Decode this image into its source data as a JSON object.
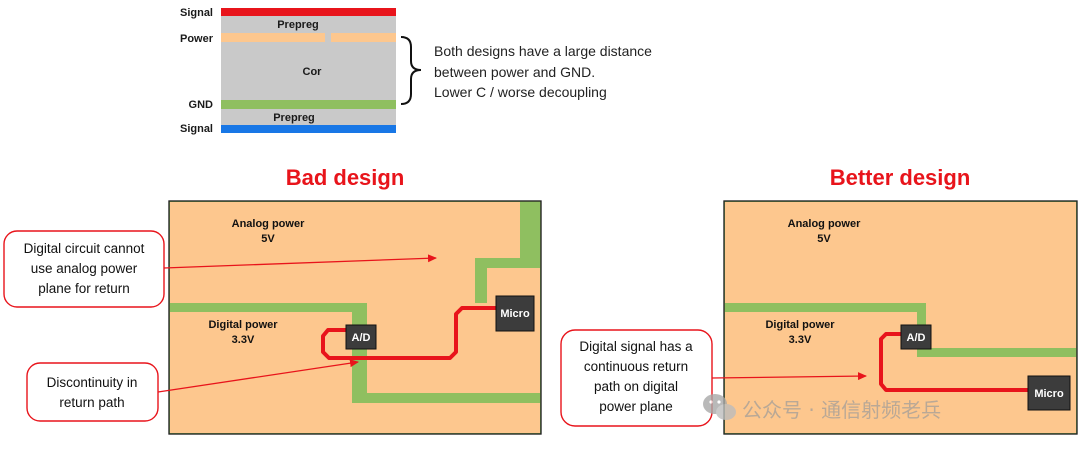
{
  "stackup": {
    "labels": {
      "signal_top": "Signal",
      "power": "Power",
      "gnd": "GND",
      "signal_bottom": "Signal"
    },
    "layers": {
      "prepreg_top": "Prepreg",
      "core": "Cor",
      "prepreg_bottom": "Prepreg"
    },
    "colors": {
      "signal_top": "#e8141b",
      "power": "#fdc78e",
      "gnd": "#8fbf60",
      "signal_bottom": "#1877e6",
      "dielectric": "#c9c9c9"
    },
    "note": {
      "line1": "Both designs have a large distance",
      "line2": "between power and GND.",
      "line3": "Lower C / worse decoupling"
    }
  },
  "bad": {
    "title": "Bad design",
    "analog": {
      "name": "Analog power",
      "voltage": "5V"
    },
    "digital": {
      "name": "Digital power",
      "voltage": "3.3V"
    },
    "adc": "A/D",
    "micro": "Micro",
    "callout1": {
      "line1": "Digital circuit cannot",
      "line2": "use analog power",
      "line3": "plane for return"
    },
    "callout2": {
      "line1": "Discontinuity in",
      "line2": "return path"
    }
  },
  "better": {
    "title": "Better  design",
    "analog": {
      "name": "Analog power",
      "voltage": "5V"
    },
    "digital": {
      "name": "Digital power",
      "voltage": "3.3V"
    },
    "adc": "A/D",
    "micro": "Micro",
    "callout": {
      "line1": "Digital signal has a",
      "line2": "continuous return",
      "line3": "path on digital",
      "line4": "power plane"
    }
  },
  "colors": {
    "plane": "#fdc78e",
    "gap": "#8fbf60",
    "trace": "#e8141b",
    "chip": "#3c3c3c",
    "accent_title": "#e8141b"
  },
  "watermark": "公众号 · 通信射频老兵"
}
